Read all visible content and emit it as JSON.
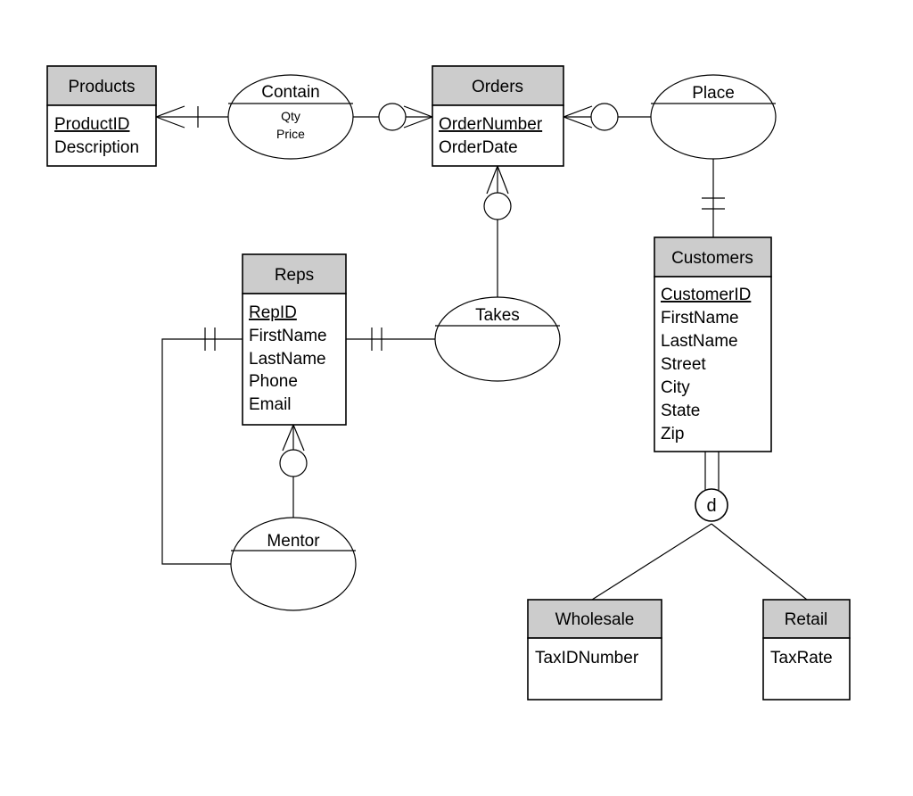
{
  "entities": {
    "products": {
      "name": "Products",
      "key": "ProductID",
      "attrs": [
        "Description"
      ]
    },
    "orders": {
      "name": "Orders",
      "key": "OrderNumber",
      "attrs": [
        "OrderDate"
      ]
    },
    "reps": {
      "name": "Reps",
      "key": "RepID",
      "attrs": [
        "FirstName",
        "LastName",
        "Phone",
        "Email"
      ]
    },
    "customers": {
      "name": "Customers",
      "key": "CustomerID",
      "attrs": [
        "FirstName",
        "LastName",
        "Street",
        "City",
        "State",
        "Zip"
      ]
    },
    "wholesale": {
      "name": "Wholesale",
      "attrs": [
        "TaxIDNumber"
      ]
    },
    "retail": {
      "name": "Retail",
      "attrs": [
        "TaxRate"
      ]
    }
  },
  "relationships": {
    "contain": {
      "name": "Contain",
      "attrs": [
        "Qty",
        "Price"
      ]
    },
    "place": {
      "name": "Place"
    },
    "takes": {
      "name": "Takes"
    },
    "mentor": {
      "name": "Mentor"
    }
  },
  "subtype": {
    "symbol": "d"
  }
}
